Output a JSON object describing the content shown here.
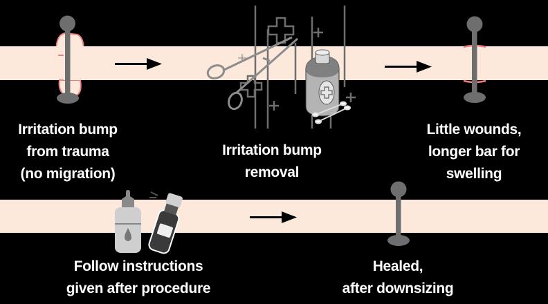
{
  "colors": {
    "background": "#000000",
    "skin": "#fde9dc",
    "jewelry": "#6e6e6e",
    "irritation": "#f07d7d",
    "text": "#ffffff",
    "arrow": "#000000"
  },
  "steps": [
    {
      "id": "bump",
      "lines": [
        "Irritation bump",
        "from trauma",
        "(no migration)"
      ],
      "icon": "labret-with-bump-icon"
    },
    {
      "id": "removal",
      "lines": [
        "Irritation bump",
        "removal"
      ],
      "icon": "surgical-tools-icon"
    },
    {
      "id": "wounds",
      "lines": [
        "Little wounds,",
        "longer bar for",
        "swelling"
      ],
      "icon": "labret-longer-bar-icon"
    },
    {
      "id": "aftercare",
      "lines": [
        "Follow instructions",
        "given after procedure"
      ],
      "icon": "aftercare-bottles-icon"
    },
    {
      "id": "healed",
      "lines": [
        "Healed,",
        "after downsizing"
      ],
      "icon": "labret-healed-icon"
    }
  ]
}
